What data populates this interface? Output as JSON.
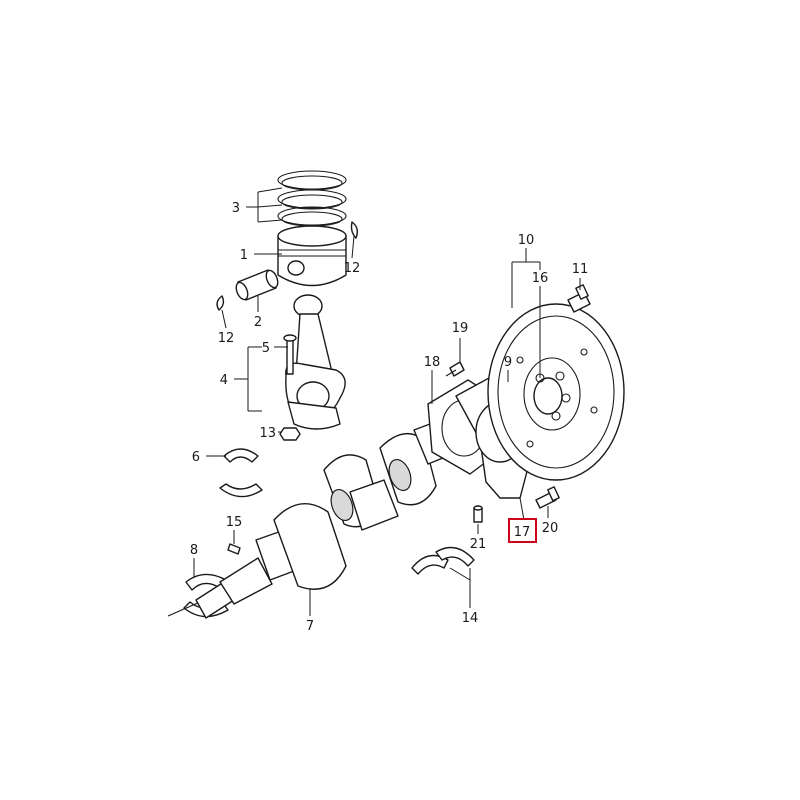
{
  "callouts": [
    {
      "id": "1",
      "text": "1"
    },
    {
      "id": "2",
      "text": "2"
    },
    {
      "id": "3",
      "text": "3"
    },
    {
      "id": "4",
      "text": "4"
    },
    {
      "id": "5",
      "text": "5"
    },
    {
      "id": "6",
      "text": "6"
    },
    {
      "id": "7",
      "text": "7"
    },
    {
      "id": "8",
      "text": "8"
    },
    {
      "id": "9",
      "text": "9"
    },
    {
      "id": "10",
      "text": "10"
    },
    {
      "id": "11",
      "text": "11"
    },
    {
      "id": "12a",
      "text": "12"
    },
    {
      "id": "12b",
      "text": "12"
    },
    {
      "id": "13",
      "text": "13"
    },
    {
      "id": "14",
      "text": "14"
    },
    {
      "id": "15",
      "text": "15"
    },
    {
      "id": "16",
      "text": "16"
    },
    {
      "id": "17",
      "text": "17"
    },
    {
      "id": "18",
      "text": "18"
    },
    {
      "id": "19",
      "text": "19"
    },
    {
      "id": "20",
      "text": "20"
    },
    {
      "id": "21",
      "text": "21"
    }
  ],
  "highlighted_callout": "17",
  "colors": {
    "line": "#1a1a1a",
    "highlight": "#d0021b",
    "background": "#ffffff"
  }
}
